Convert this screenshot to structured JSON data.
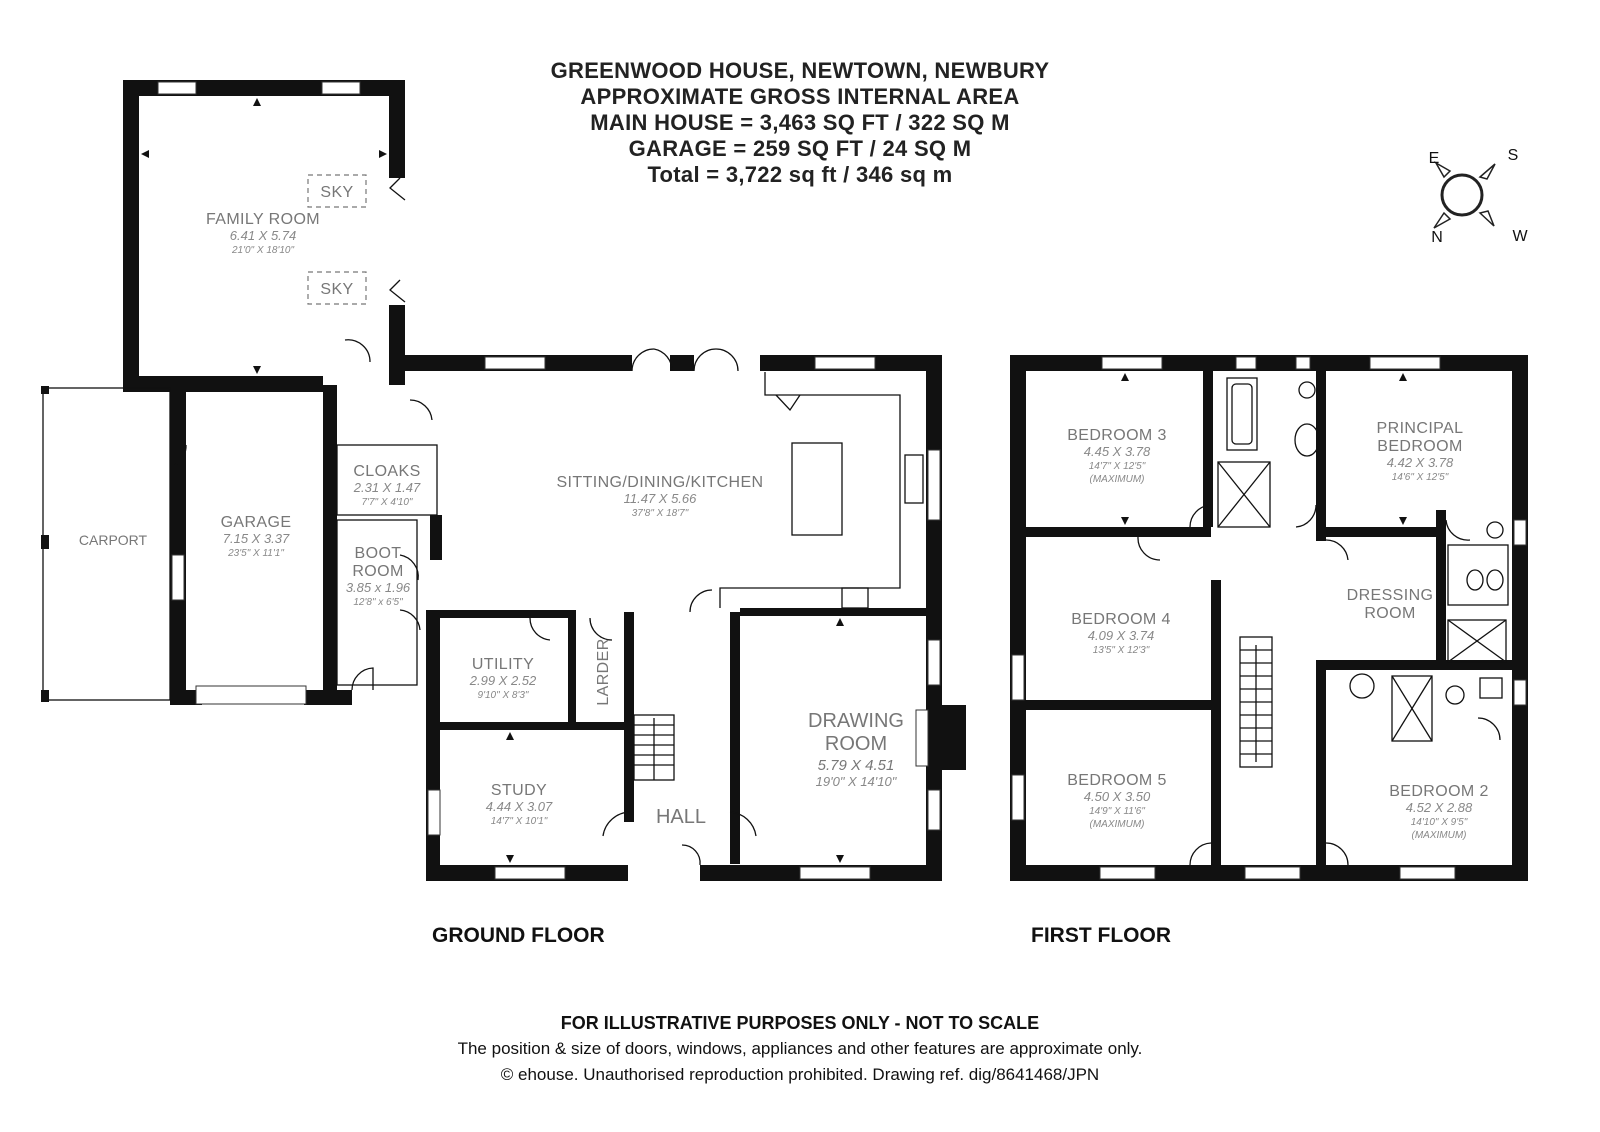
{
  "header": {
    "line1": "GREENWOOD HOUSE, NEWTOWN, NEWBURY",
    "line2": "APPROXIMATE GROSS INTERNAL AREA",
    "line3": "MAIN HOUSE = 3,463 SQ FT / 322 SQ M",
    "line4": "GARAGE = 259 SQ FT / 24 SQ M",
    "line5": "Total = 3,722 sq ft / 346 sq m"
  },
  "compass": {
    "e": "E",
    "s": "S",
    "n": "N",
    "w": "W"
  },
  "floors": {
    "ground": "GROUND FLOOR",
    "first": "FIRST FLOOR"
  },
  "rooms": {
    "family_room": {
      "name": "FAMILY ROOM",
      "metric": "6.41 X 5.74",
      "imperial": "21'0\" X 18'10\""
    },
    "sky1": "SKY",
    "sky2": "SKY",
    "carport": {
      "name": "CARPORT"
    },
    "garage": {
      "name": "GARAGE",
      "metric": "7.15 X 3.37",
      "imperial": "23'5\" X 11'1\""
    },
    "cloaks": {
      "name": "CLOAKS",
      "metric": "2.31 X 1.47",
      "imperial": "7'7\" X 4'10\""
    },
    "boot_room": {
      "name1": "BOOT",
      "name2": "ROOM",
      "metric": "3.85 x 1.96",
      "imperial": "12'8\" x 6'5\""
    },
    "kitchen": {
      "name": "SITTING/DINING/KITCHEN",
      "metric": "11.47 X 5.66",
      "imperial": "37'8\" X 18'7\""
    },
    "utility": {
      "name": "UTILITY",
      "metric": "2.99 X 2.52",
      "imperial": "9'10\" X 8'3\""
    },
    "larder": {
      "name": "LARDER"
    },
    "study": {
      "name": "STUDY",
      "metric": "4.44 X 3.07",
      "imperial": "14'7\" X 10'1\""
    },
    "hall": {
      "name": "HALL"
    },
    "drawing_room": {
      "name1": "DRAWING",
      "name2": "ROOM",
      "metric": "5.79 X 4.51",
      "imperial": "19'0\" X 14'10\""
    },
    "bedroom3": {
      "name": "BEDROOM 3",
      "metric": "4.45 X 3.78",
      "imperial": "14'7\" X 12'5\"",
      "note": "(MAXIMUM)"
    },
    "principal": {
      "name1": "PRINCIPAL",
      "name2": "BEDROOM",
      "metric": "4.42 X 3.78",
      "imperial": "14'6\" X 12'5\""
    },
    "bedroom4": {
      "name": "BEDROOM 4",
      "metric": "4.09 X 3.74",
      "imperial": "13'5\" X 12'3\""
    },
    "dressing": {
      "name1": "DRESSING",
      "name2": "ROOM"
    },
    "bedroom5": {
      "name": "BEDROOM 5",
      "metric": "4.50 X 3.50",
      "imperial": "14'9\" X 11'6\"",
      "note": "(MAXIMUM)"
    },
    "bedroom2": {
      "name": "BEDROOM 2",
      "metric": "4.52 X 2.88",
      "imperial": "14'10\" X 9'5\"",
      "note": "(MAXIMUM)"
    }
  },
  "footer": {
    "line1": "FOR ILLUSTRATIVE PURPOSES ONLY - NOT TO SCALE",
    "line2": "The position & size of doors, windows, appliances and other features are approximate only.",
    "line3": "© ehouse. Unauthorised reproduction prohibited. Drawing ref. dig/8641468/JPN"
  }
}
